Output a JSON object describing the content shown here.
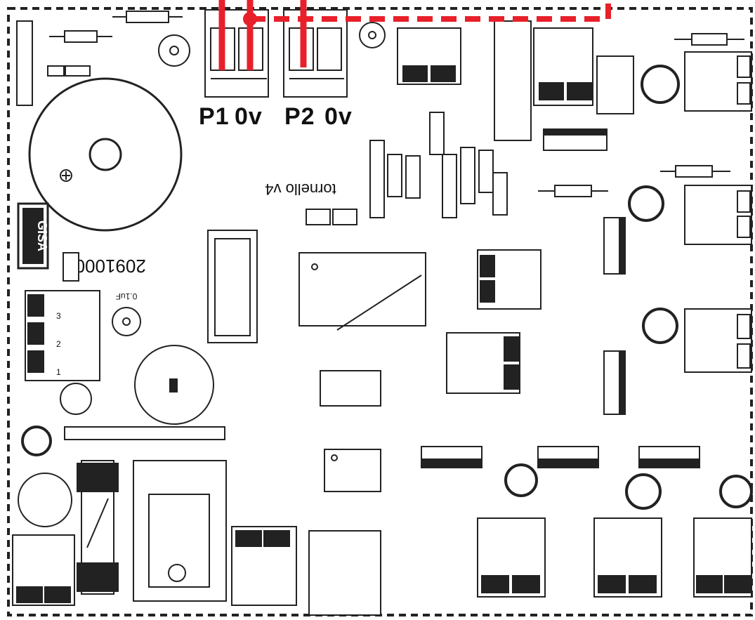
{
  "labels": {
    "p1": "P1",
    "p1_gnd": "0v",
    "p2": "P2",
    "p2_gnd": "0v"
  },
  "silkscreen": {
    "board_name": "tornello v4",
    "board_code": "20910000",
    "brand_logo": "GISA",
    "cap_value": "0.1uF",
    "terminal_pin_1": "1",
    "terminal_pin_2": "2",
    "terminal_pin_3": "3"
  },
  "colors": {
    "wire": "#e8202a",
    "outline": "#222222",
    "background": "#ffffff"
  }
}
